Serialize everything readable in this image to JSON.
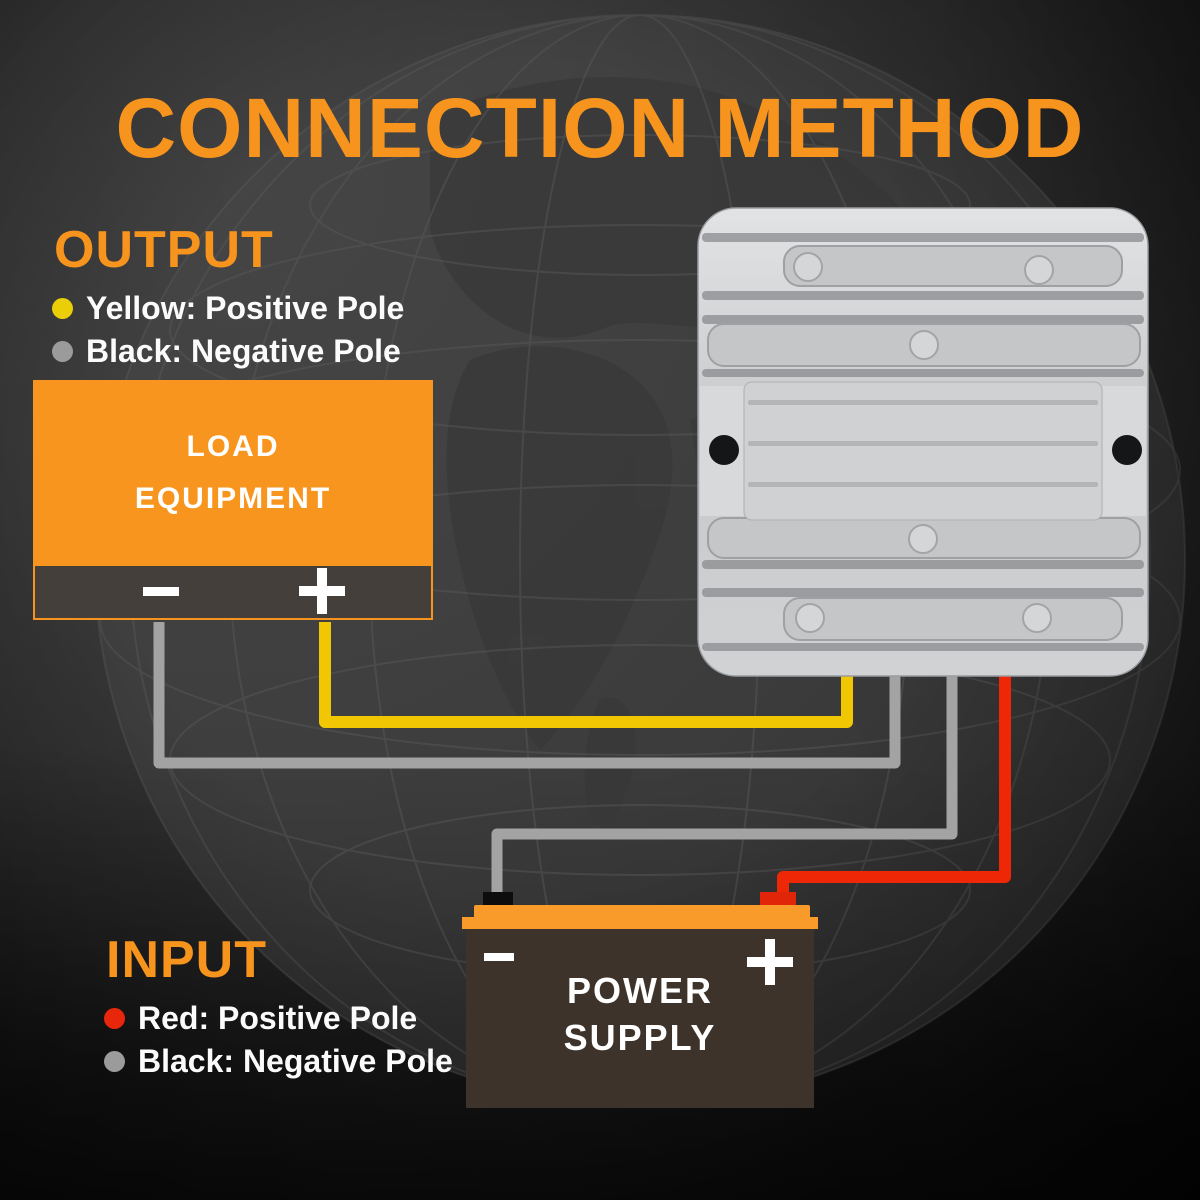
{
  "title": "CONNECTION METHOD",
  "output_legend": {
    "heading": "OUTPUT",
    "items": [
      {
        "dot": "yellow",
        "dot_color": "#E9CE08",
        "label": "Yellow: Positive Pole"
      },
      {
        "dot": "gray",
        "dot_color": "#9B9B9B",
        "label": "Black: Negative Pole"
      }
    ]
  },
  "input_legend": {
    "heading": "INPUT",
    "items": [
      {
        "dot": "red",
        "dot_color": "#E8260C",
        "label": "Red: Positive Pole"
      },
      {
        "dot": "gray",
        "dot_color": "#9B9B9B",
        "label": "Black: Negative Pole"
      }
    ]
  },
  "load_equipment": {
    "line1": "LOAD",
    "line2": "EQUIPMENT",
    "minus_symbol": "−",
    "plus_symbol": "+"
  },
  "power_supply": {
    "line1": "POWER",
    "line2": "SUPPLY",
    "minus_symbol": "−",
    "plus_symbol": "+"
  },
  "device": {
    "description": "aluminum heatsink voltage converter"
  },
  "colors": {
    "accent": "#F7941E",
    "wire_yellow": "#F0C702",
    "wire_gray": "#A3A3A3",
    "wire_red": "#EE2706",
    "load_box": "#F8951E",
    "load_strip": "#453F3C",
    "battery_lid": "#F89B2B",
    "battery_body": "#3E332A",
    "terminal_negative": "#0D0D0D",
    "terminal_positive": "#E02508"
  }
}
